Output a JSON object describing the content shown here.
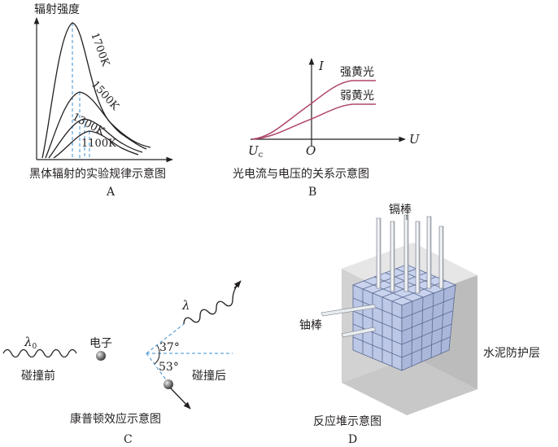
{
  "panel_a": {
    "letter": "A",
    "caption": "黑体辐射的实验规律示意图",
    "axis_label": "辐射强度",
    "curves": [
      "1700K",
      "1500K",
      "1300K",
      "1100K"
    ]
  },
  "panel_b": {
    "letter": "B",
    "caption": "光电流与电压的关系示意图",
    "y_label": "I",
    "x_label": "U",
    "origin_label": "O",
    "uc_label": "U",
    "uc_sub": "c",
    "strong_label": "强黄光",
    "weak_label": "弱黄光"
  },
  "panel_c": {
    "letter": "C",
    "caption": "康普顿效应示意图",
    "lambda0": "λ",
    "lambda0_sub": "0",
    "lambda": "λ",
    "electron_label": "电子",
    "before_label": "碰撞前",
    "after_label": "碰撞后",
    "angle_top": "37°",
    "angle_bottom": "53°"
  },
  "panel_d": {
    "letter": "D",
    "caption": "反应堆示意图",
    "cd_label": "镉棒",
    "u_label": "铀棒",
    "wall_label": "水泥防护层"
  },
  "colors": {
    "ink": "#231f20",
    "dash": "#3a8fd0",
    "curve_b": "#b0476a",
    "block": "#bcc8e6",
    "concrete": "#d8d8d8"
  }
}
